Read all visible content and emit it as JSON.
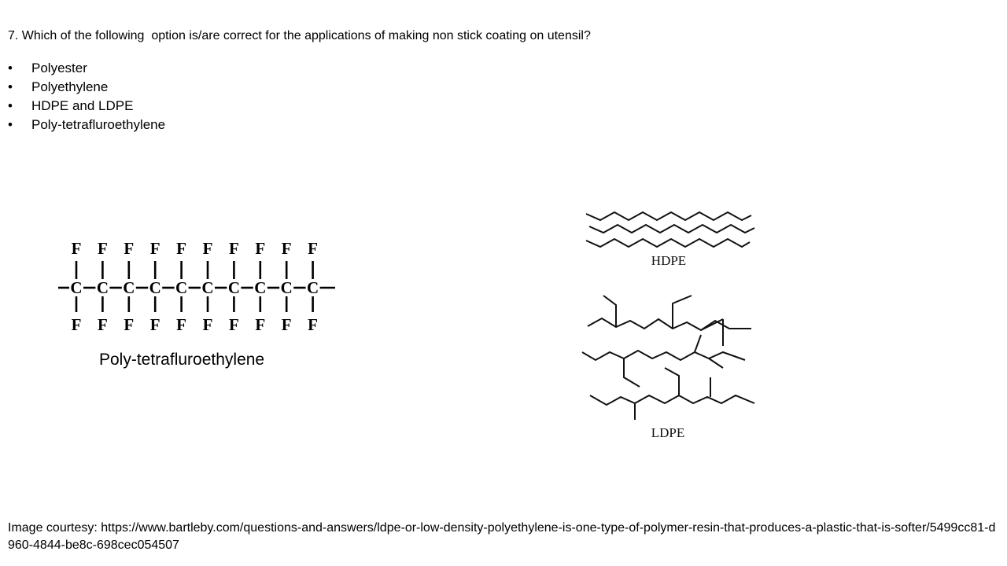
{
  "question": "7. Which of the following  option is/are correct for the applications of making non stick coating on utensil?",
  "bullet_glyph": "•",
  "options": [
    "Polyester",
    "Polyethylene",
    "HDPE and LDPE",
    "Poly-tetrafluroethylene"
  ],
  "ptfe": {
    "atom_top": "F",
    "atom_backbone": "C",
    "atom_bottom": "F",
    "caption": "Poly-tetrafluroethylene"
  },
  "chains": {
    "hdpe_label": "HDPE",
    "ldpe_label": "LDPE"
  },
  "courtesy": "Image   courtesy:   https://www.bartleby.com/questions-and-answers/ldpe-or-low-density-polyethylene-is-one-type-of-polymer-resin-that-produces-a-plastic-that-is-softer/5499cc81-d960-4844-be8c-698cec054507"
}
